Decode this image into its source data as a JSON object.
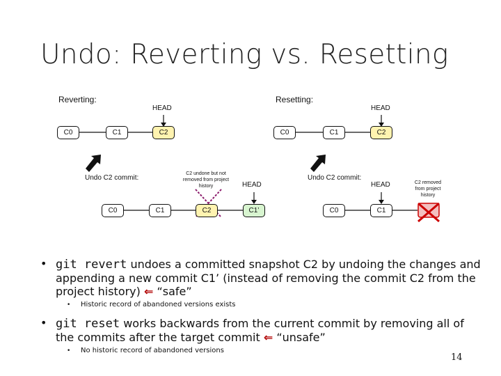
{
  "slide": {
    "title": "Undo: Reverting vs. Resetting",
    "page_number": "14"
  },
  "diagram": {
    "reverting": {
      "heading": "Reverting:",
      "head_label_top": "HEAD",
      "commits_top": [
        "C0",
        "C1",
        "C2"
      ],
      "undo_label": "Undo C2 commit:",
      "note": "C2 undone but not removed from project history",
      "head_label_bottom": "HEAD",
      "commits_bottom": [
        "C0",
        "C1",
        "C2",
        "C1’"
      ]
    },
    "resetting": {
      "heading": "Resetting:",
      "head_label_top": "HEAD",
      "commits_top": [
        "C0",
        "C1",
        "C2"
      ],
      "undo_label": "Undo C2 commit:",
      "head_label_bottom": "HEAD",
      "note": "C2 removed from project history",
      "commits_bottom": [
        "C0",
        "C1"
      ]
    },
    "colors": {
      "highlight_yellow": "#fff3b0",
      "highlight_green": "#d8f5d0",
      "removed_red": "#cc0000",
      "revert_x": "#8b1a6b"
    }
  },
  "bullets": [
    {
      "command": "git revert",
      "text_before_arrow": " undoes a committed snapshot C2 by undoing the changes and appending a new commit C1’ (instead of removing the commit C2 from the project history) ",
      "arrow": "⇐",
      "tag": "“safe”",
      "sub": "Historic record of abandoned versions exists"
    },
    {
      "command": "git reset",
      "text_before_arrow": " works backwards from the current commit by removing all of the commits after the target commit ",
      "arrow": "⇐",
      "tag": "“unsafe”",
      "sub": "No historic record of abandoned versions"
    }
  ]
}
